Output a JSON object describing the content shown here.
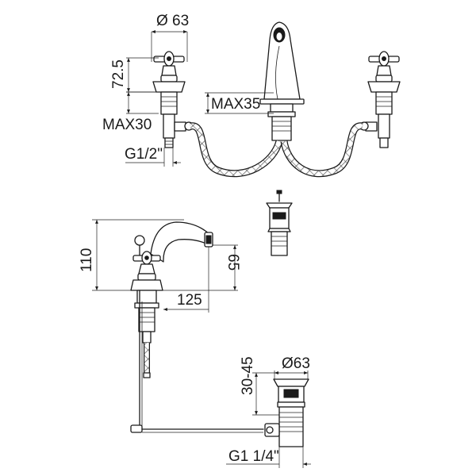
{
  "dimensions": {
    "diameter_top": "Ø 63",
    "height_handle": "72.5",
    "max_deck_thickness_spout": "MAX35",
    "max_deck_thickness_valve": "MAX30",
    "valve_inlet_thread": "G1/2\"",
    "bidet_height": "110",
    "bidet_outlet_height": "65",
    "bidet_reach": "125",
    "waste_height": "30-45",
    "waste_diameter": "Ø63",
    "waste_thread": "G1 1/4\""
  }
}
